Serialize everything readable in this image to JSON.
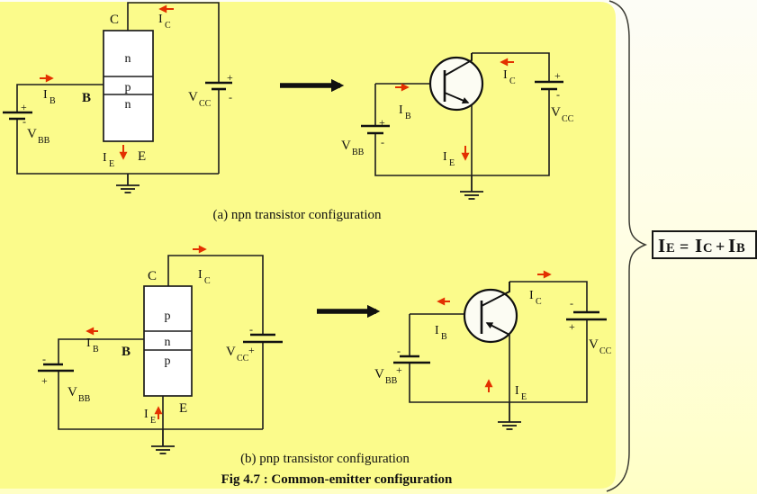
{
  "colors": {
    "panel_yellow": "#fbfb8b",
    "background_top": "#fdfdf6",
    "background_bottom": "#ffffc6",
    "wire_black": "#1c1c1c",
    "current_arrow_red": "#e33000",
    "equation_box_bg": "#fcfcf0"
  },
  "symbols": {
    "i": "I",
    "v": "V",
    "sub_b": "B",
    "sub_c": "C",
    "sub_e": "E",
    "sub_bb": "BB",
    "sub_cc": "CC",
    "terminal_c": "C",
    "terminal_b": "B",
    "terminal_e": "E",
    "region_n": "n",
    "region_p": "p",
    "plus": "+",
    "minus": "-"
  },
  "captions": {
    "a": "(a) npn transistor configuration",
    "b": "(b) pnp transistor configuration",
    "figure": "Fig 4.7 : Common-emitter configuration"
  },
  "equation": {
    "lhs_main": "I",
    "lhs_sub": "E",
    "equals": "=",
    "rhs1_main": "I",
    "rhs1_sub": "C",
    "plus": "+",
    "rhs2_main": "I",
    "rhs2_sub": "B"
  }
}
